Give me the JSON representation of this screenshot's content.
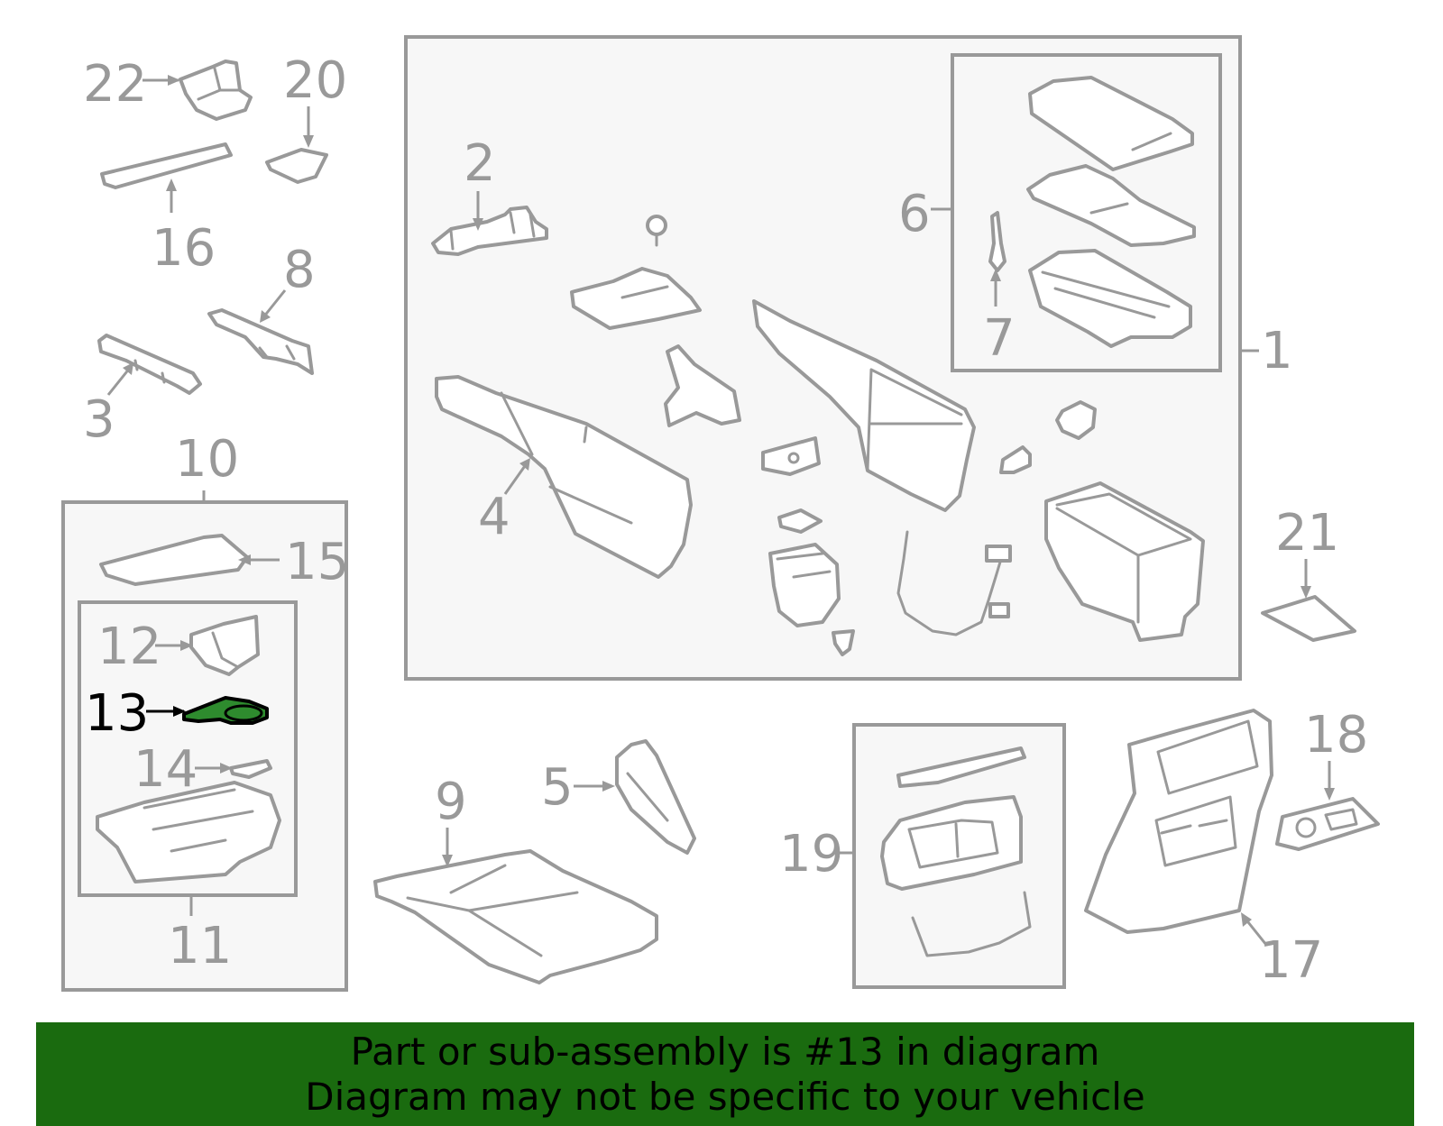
{
  "highlight_color": "#2e8b2e",
  "banner_color": "#1a6b0f",
  "labels": {
    "l1": "1",
    "l2": "2",
    "l3": "3",
    "l4": "4",
    "l5": "5",
    "l6": "6",
    "l7": "7",
    "l8": "8",
    "l9": "9",
    "l10": "10",
    "l11": "11",
    "l12": "12",
    "l13": "13",
    "l14": "14",
    "l15": "15",
    "l16": "16",
    "l17": "17",
    "l18": "18",
    "l19": "19",
    "l20": "20",
    "l21": "21",
    "l22": "22"
  },
  "banner": {
    "line1": "Part or sub-assembly is #13 in diagram",
    "line2": "Diagram may not be specific to your vehicle"
  }
}
